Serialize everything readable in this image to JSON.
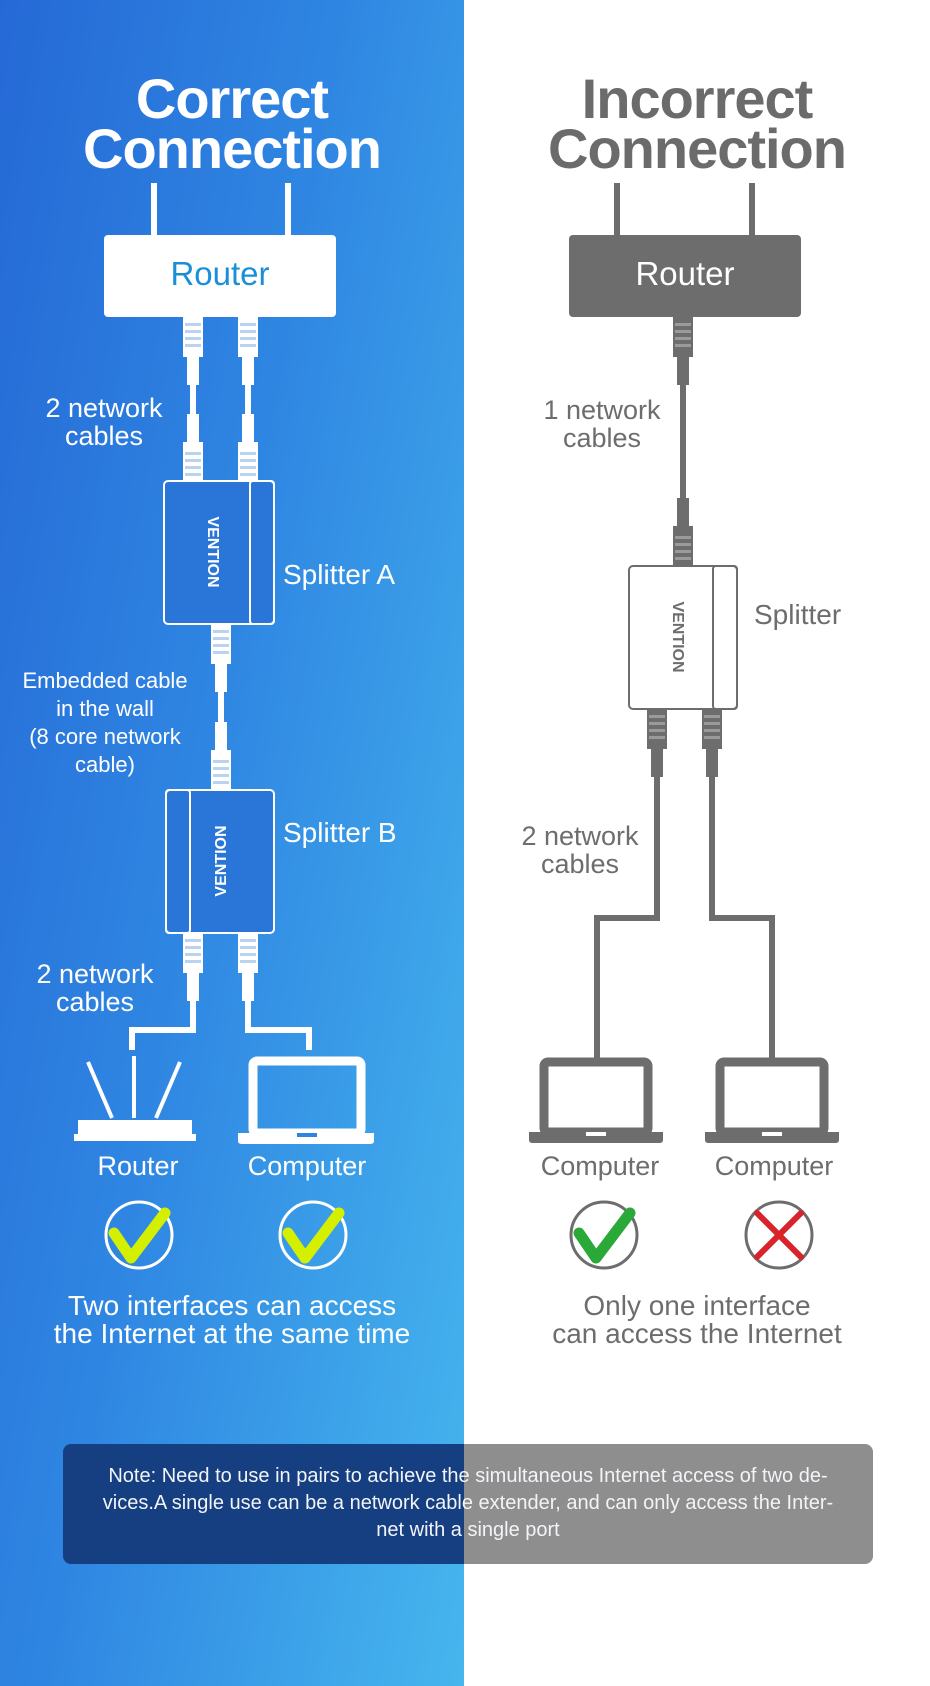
{
  "left": {
    "title_line1": "Correct",
    "title_line2": "Connection",
    "router_box": "Router",
    "cables_top_1": "2 network",
    "cables_top_2": "cables",
    "splitter_a": "Splitter A",
    "brand": "VENTION",
    "wall_1": "Embedded cable",
    "wall_2": "in the wall",
    "wall_3": "(8 core network",
    "wall_4": "cable)",
    "splitter_b": "Splitter B",
    "cables_bottom_1": "2 network",
    "cables_bottom_2": "cables",
    "device_router": "Router",
    "device_computer": "Computer",
    "result_1": "Two interfaces can access",
    "result_2": "the Internet at the same time"
  },
  "right": {
    "title_line1": "Incorrect",
    "title_line2": "Connection",
    "router_box": "Router",
    "cables_top_1": "1 network",
    "cables_top_2": "cables",
    "splitter": "Splitter",
    "brand": "VENTION",
    "cables_bottom_1": "2 network",
    "cables_bottom_2": "cables",
    "device_computer_1": "Computer",
    "device_computer_2": "Computer",
    "result_1": "Only one interface",
    "result_2": "can access the Internet"
  },
  "note": {
    "line1": "Note: Need to use in pairs to achieve the simultaneous Internet access of two de-",
    "line2": "vices.A single use can be a network cable extender, and can only access the Inter-",
    "line3": "net with a single port"
  },
  "colors": {
    "left_bg_start": "#2569d6",
    "left_bg_end": "#46b6ee",
    "right_bg": "#ffffff",
    "router_text_blue": "#1a8fd8",
    "grey": "#6b6b6b",
    "check_yellow_green": "#d4f000",
    "check_green": "#2aa838",
    "cross_red": "#d8232a"
  }
}
